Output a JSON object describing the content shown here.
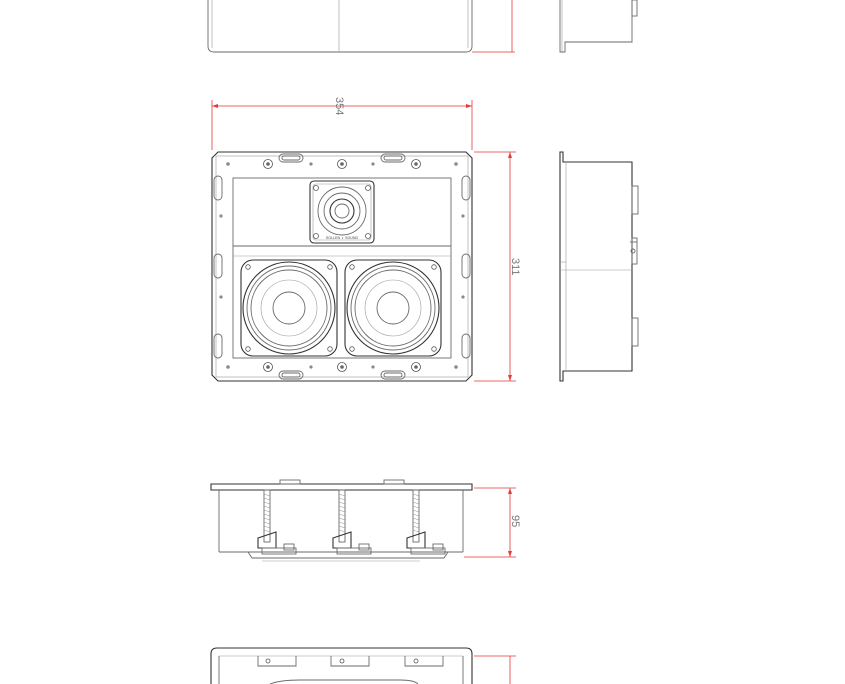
{
  "dimensions": {
    "width": "354",
    "height": "311",
    "depth": "95"
  },
  "colors": {
    "line": "#6a6a6a",
    "dimension_line": "#e53935",
    "dimension_text": "#777777"
  },
  "tweeter_label": "SOLLEN ⚬ SOUND"
}
